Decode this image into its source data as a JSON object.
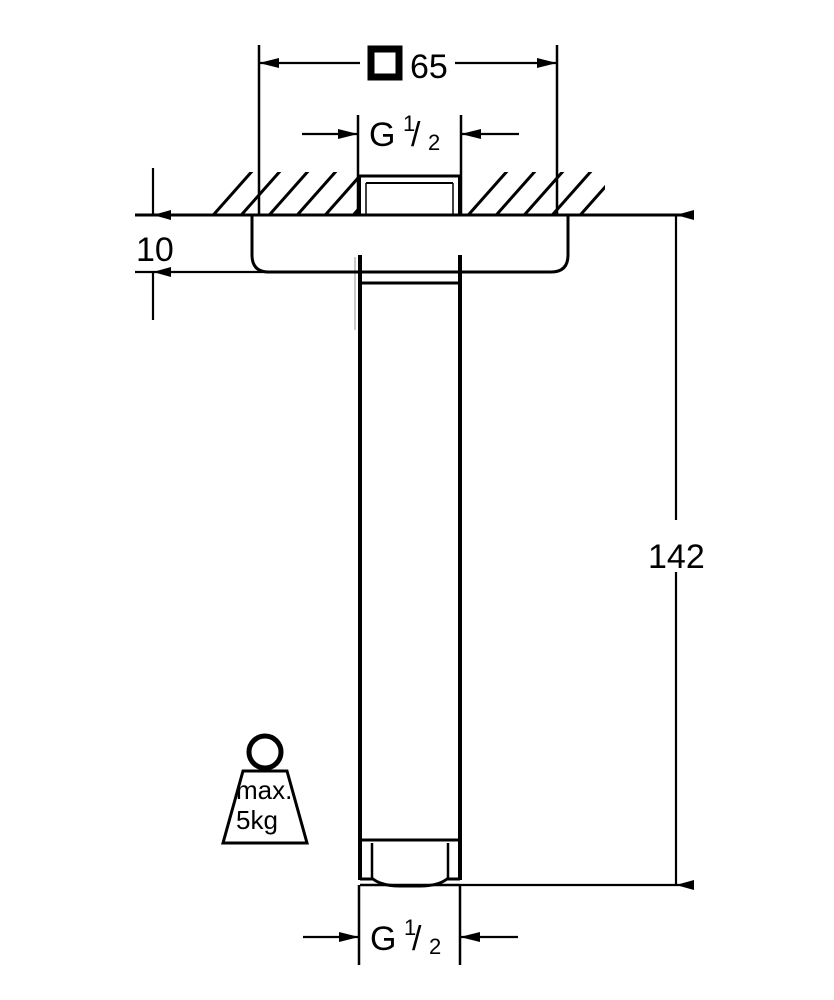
{
  "drawing": {
    "title": "Ceiling shower arm technical dimension drawing",
    "units": "mm",
    "line_color": "#000000",
    "background_color": "#ffffff"
  },
  "dimensions": {
    "width_square": {
      "label": "65",
      "prefix_icon": "square-symbol",
      "value": 65,
      "orientation": "horizontal",
      "position": "top"
    },
    "thread_top": {
      "label_main": "G",
      "label_numerator": "1",
      "label_slash": "/",
      "label_denominator": "2",
      "full": "G 1/2",
      "orientation": "horizontal",
      "position": "top-inner"
    },
    "flange_thickness": {
      "label": "10",
      "value": 10,
      "orientation": "vertical",
      "position": "left"
    },
    "total_length": {
      "label": "142",
      "value": 142,
      "orientation": "vertical",
      "position": "right"
    },
    "thread_bottom": {
      "label_main": "G",
      "label_numerator": "1",
      "label_slash": "/",
      "label_denominator": "2",
      "full": "G 1/2",
      "orientation": "horizontal",
      "position": "bottom"
    }
  },
  "annotations": {
    "max_load": {
      "icon": "weight-icon",
      "line1": "max.",
      "line2": "5kg"
    }
  },
  "parts": {
    "ceiling": {
      "name": "ceiling-hatching"
    },
    "escutcheon": {
      "name": "escutcheon-flange"
    },
    "arm": {
      "name": "shower-arm-tube"
    },
    "nipple": {
      "name": "threaded-nipple"
    },
    "hex_nut": {
      "name": "hex-nut-end"
    }
  }
}
